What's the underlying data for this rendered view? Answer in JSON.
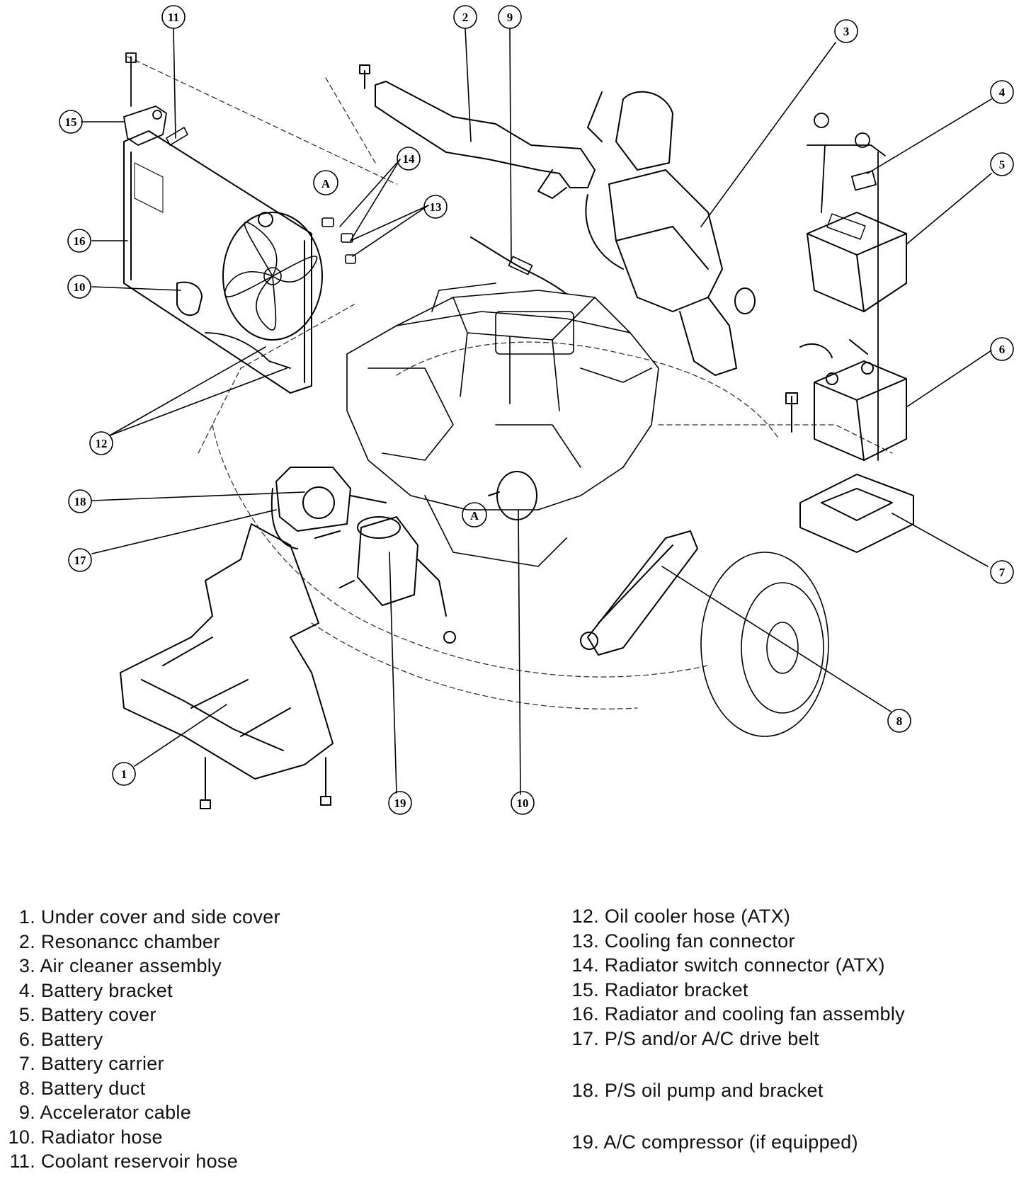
{
  "callouts": [
    "1",
    "2",
    "3",
    "4",
    "5",
    "6",
    "7",
    "8",
    "9",
    "10",
    "11",
    "12",
    "13",
    "14",
    "15",
    "16",
    "17",
    "18",
    "19"
  ],
  "markers": {
    "connection": "A"
  },
  "legend": [
    {
      "num": "1.",
      "label": "Under cover and side cover"
    },
    {
      "num": "2.",
      "label": "Resonancc chamber"
    },
    {
      "num": "3.",
      "label": "Air cleaner assembly"
    },
    {
      "num": "4.",
      "label": "Battery bracket"
    },
    {
      "num": "5.",
      "label": "Battery cover"
    },
    {
      "num": "6.",
      "label": "Battery"
    },
    {
      "num": "7.",
      "label": "Battery carrier"
    },
    {
      "num": "8.",
      "label": "Battery duct"
    },
    {
      "num": "9.",
      "label": "Accelerator cable"
    },
    {
      "num": "10.",
      "label": "Radiator hose"
    },
    {
      "num": "11.",
      "label": "Coolant reservoir hose"
    },
    {
      "num": "12.",
      "label": "Oil cooler hose (ATX)"
    },
    {
      "num": "13.",
      "label": "Cooling fan connector"
    },
    {
      "num": "14.",
      "label": "Radiator switch connector (ATX)"
    },
    {
      "num": "15.",
      "label": "Radiator bracket"
    },
    {
      "num": "16.",
      "label": "Radiator and cooling fan assembly"
    },
    {
      "num": "17.",
      "label": "P/S and/or A/C drive belt"
    },
    {
      "num": "18.",
      "label": "P/S oil pump and bracket"
    },
    {
      "num": "19.",
      "label": "A/C compressor (if equipped)"
    }
  ]
}
